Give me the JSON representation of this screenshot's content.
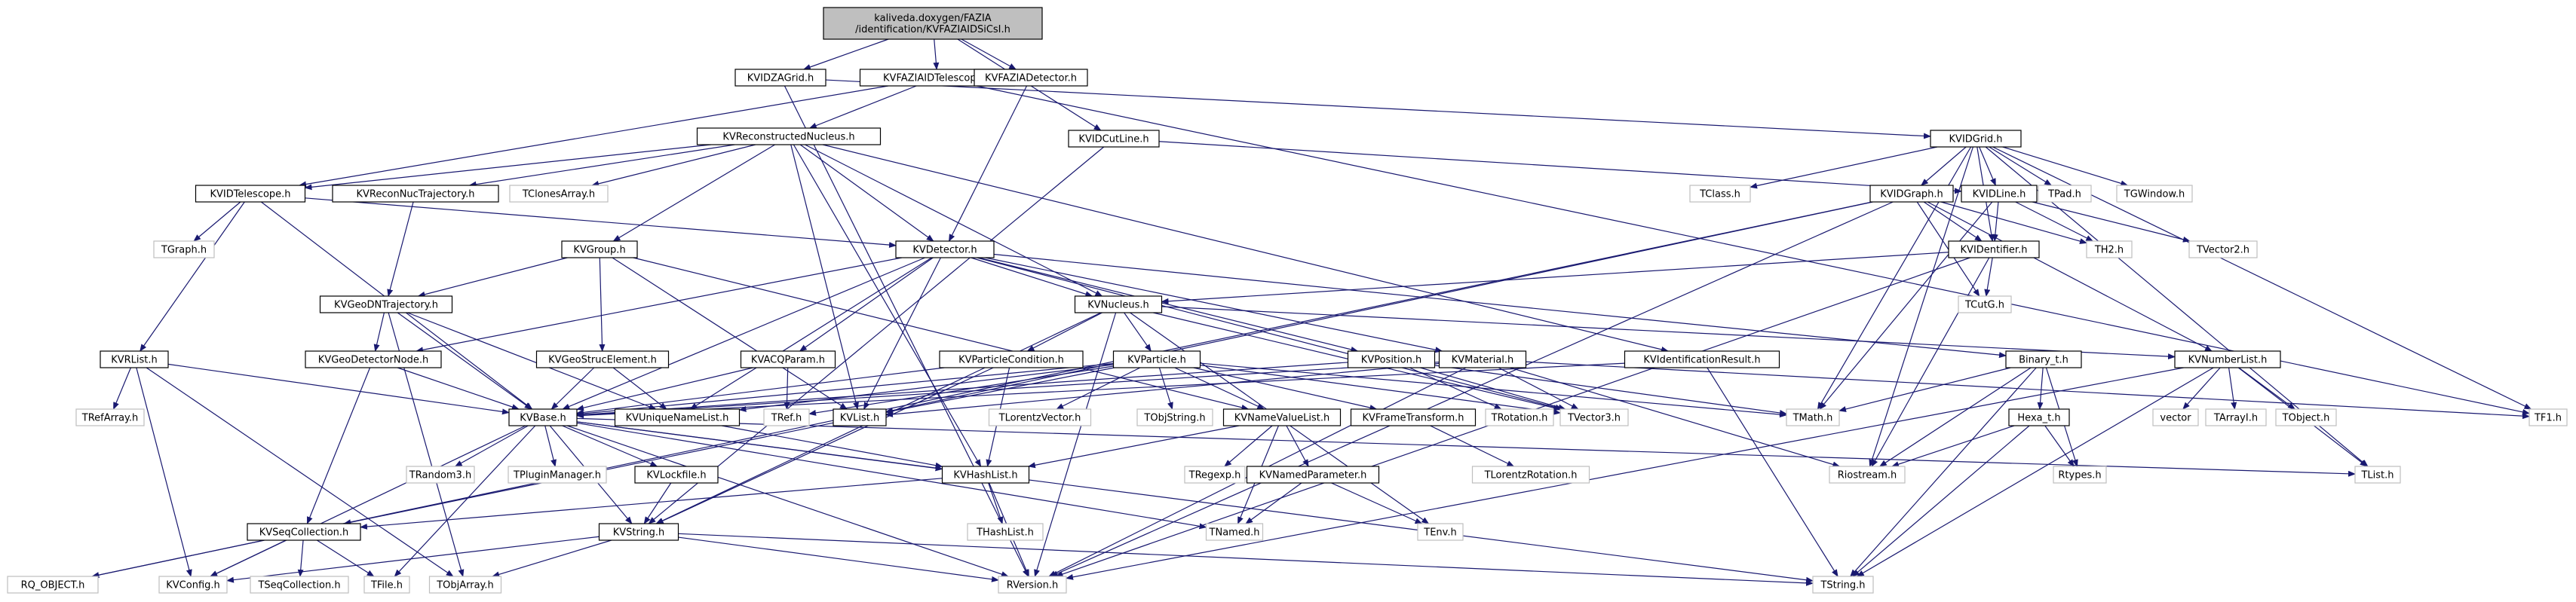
{
  "theme": {
    "edge_color": "#191970",
    "box_stroke": "#000000",
    "missing_stroke": "#bfbfbf",
    "root_fill": "#bfbfbf",
    "text_color": "#000000",
    "missing_text": "#000000"
  },
  "nodes": [
    {
      "id": "root",
      "label": [
        "kaliveda.doxygen/FAZIA",
        "/identification/KVFAZIAIDSiCsI.h"
      ],
      "kind": "root"
    },
    {
      "id": "KVIDZAGrid",
      "label": [
        "KVIDZAGrid.h"
      ],
      "kind": "file"
    },
    {
      "id": "KVFAZIAIDTelescope",
      "label": [
        "KVFAZIAIDTelescope.h"
      ],
      "kind": "file"
    },
    {
      "id": "KVFAZIADetector",
      "label": [
        "KVFAZIADetector.h"
      ],
      "kind": "file"
    },
    {
      "id": "KVIDCutLine",
      "label": [
        "KVIDCutLine.h"
      ],
      "kind": "file"
    },
    {
      "id": "KVIDGrid",
      "label": [
        "KVIDGrid.h"
      ],
      "kind": "file"
    },
    {
      "id": "KVReconstructedNucleus",
      "label": [
        "KVReconstructedNucleus.h"
      ],
      "kind": "file"
    },
    {
      "id": "KVIDTelescope",
      "label": [
        "KVIDTelescope.h"
      ],
      "kind": "file"
    },
    {
      "id": "KVReconNucTrajectory",
      "label": [
        "KVReconNucTrajectory.h"
      ],
      "kind": "file"
    },
    {
      "id": "TClonesArray",
      "label": [
        "TClonesArray.h"
      ],
      "kind": "missing"
    },
    {
      "id": "TClass",
      "label": [
        "TClass.h"
      ],
      "kind": "missing"
    },
    {
      "id": "KVIDGraph",
      "label": [
        "KVIDGraph.h"
      ],
      "kind": "file"
    },
    {
      "id": "KVIDLine",
      "label": [
        "KVIDLine.h"
      ],
      "kind": "file"
    },
    {
      "id": "TPad",
      "label": [
        "TPad.h"
      ],
      "kind": "missing"
    },
    {
      "id": "TGWindow",
      "label": [
        "TGWindow.h"
      ],
      "kind": "missing"
    },
    {
      "id": "TGraph",
      "label": [
        "TGraph.h"
      ],
      "kind": "missing"
    },
    {
      "id": "KVDetector",
      "label": [
        "KVDetector.h"
      ],
      "kind": "file"
    },
    {
      "id": "KVGroup",
      "label": [
        "KVGroup.h"
      ],
      "kind": "file"
    },
    {
      "id": "TH2",
      "label": [
        "TH2.h"
      ],
      "kind": "missing"
    },
    {
      "id": "TVector2",
      "label": [
        "TVector2.h"
      ],
      "kind": "missing"
    },
    {
      "id": "KVIDentifier",
      "label": [
        "KVIDentifier.h"
      ],
      "kind": "file"
    },
    {
      "id": "TCutG",
      "label": [
        "TCutG.h"
      ],
      "kind": "missing"
    },
    {
      "id": "KVGeoDNTrajectory",
      "label": [
        "KVGeoDNTrajectory.h"
      ],
      "kind": "file"
    },
    {
      "id": "KVNucleus",
      "label": [
        "KVNucleus.h"
      ],
      "kind": "file"
    },
    {
      "id": "KVRList",
      "label": [
        "KVRList.h"
      ],
      "kind": "file"
    },
    {
      "id": "KVGeoDetectorNode",
      "label": [
        "KVGeoDetectorNode.h"
      ],
      "kind": "file"
    },
    {
      "id": "KVGeoStrucElement",
      "label": [
        "KVGeoStrucElement.h"
      ],
      "kind": "file"
    },
    {
      "id": "KVACQParam",
      "label": [
        "KVACQParam.h"
      ],
      "kind": "file"
    },
    {
      "id": "KVParticleCondition",
      "label": [
        "KVParticleCondition.h"
      ],
      "kind": "file"
    },
    {
      "id": "KVParticle",
      "label": [
        "KVParticle.h"
      ],
      "kind": "file"
    },
    {
      "id": "KVPosition",
      "label": [
        "KVPosition.h"
      ],
      "kind": "file"
    },
    {
      "id": "KVMaterial",
      "label": [
        "KVMaterial.h"
      ],
      "kind": "file"
    },
    {
      "id": "KVIdentificationResult",
      "label": [
        "KVIdentificationResult.h"
      ],
      "kind": "file"
    },
    {
      "id": "Binary_t",
      "label": [
        "Binary_t.h"
      ],
      "kind": "file"
    },
    {
      "id": "KVNumberList",
      "label": [
        "KVNumberList.h"
      ],
      "kind": "file"
    },
    {
      "id": "TRefArray",
      "label": [
        "TRefArray.h"
      ],
      "kind": "missing"
    },
    {
      "id": "KVBase",
      "label": [
        "KVBase.h"
      ],
      "kind": "file"
    },
    {
      "id": "KVUniqueNameList",
      "label": [
        "KVUniqueNameList.h"
      ],
      "kind": "file"
    },
    {
      "id": "TRef",
      "label": [
        "TRef.h"
      ],
      "kind": "missing"
    },
    {
      "id": "KVList",
      "label": [
        "KVList.h"
      ],
      "kind": "file"
    },
    {
      "id": "TLorentzVector",
      "label": [
        "TLorentzVector.h"
      ],
      "kind": "missing"
    },
    {
      "id": "TObjString",
      "label": [
        "TObjString.h"
      ],
      "kind": "missing"
    },
    {
      "id": "KVNameValueList",
      "label": [
        "KVNameValueList.h"
      ],
      "kind": "file"
    },
    {
      "id": "KVFrameTransform",
      "label": [
        "KVFrameTransform.h"
      ],
      "kind": "file"
    },
    {
      "id": "TRotation",
      "label": [
        "TRotation.h"
      ],
      "kind": "missing"
    },
    {
      "id": "TVector3",
      "label": [
        "TVector3.h"
      ],
      "kind": "missing"
    },
    {
      "id": "TMath",
      "label": [
        "TMath.h"
      ],
      "kind": "missing"
    },
    {
      "id": "Hexa_t",
      "label": [
        "Hexa_t.h"
      ],
      "kind": "file"
    },
    {
      "id": "vector",
      "label": [
        "vector"
      ],
      "kind": "missing"
    },
    {
      "id": "TArrayI",
      "label": [
        "TArrayI.h"
      ],
      "kind": "missing"
    },
    {
      "id": "TObject",
      "label": [
        "TObject.h"
      ],
      "kind": "missing"
    },
    {
      "id": "TF1",
      "label": [
        "TF1.h"
      ],
      "kind": "missing"
    },
    {
      "id": "TRandom3",
      "label": [
        "TRandom3.h"
      ],
      "kind": "missing"
    },
    {
      "id": "TPluginManager",
      "label": [
        "TPluginManager.h"
      ],
      "kind": "missing"
    },
    {
      "id": "KVLockfile",
      "label": [
        "KVLockfile.h"
      ],
      "kind": "file"
    },
    {
      "id": "KVHashList",
      "label": [
        "KVHashList.h"
      ],
      "kind": "file"
    },
    {
      "id": "TRegexp",
      "label": [
        "TRegexp.h"
      ],
      "kind": "missing"
    },
    {
      "id": "KVNamedParameter",
      "label": [
        "KVNamedParameter.h"
      ],
      "kind": "file"
    },
    {
      "id": "TLorentzRotation",
      "label": [
        "TLorentzRotation.h"
      ],
      "kind": "missing"
    },
    {
      "id": "Riostream",
      "label": [
        "Riostream.h"
      ],
      "kind": "missing"
    },
    {
      "id": "TList",
      "label": [
        "TList.h"
      ],
      "kind": "missing"
    },
    {
      "id": "Rtypes",
      "label": [
        "Rtypes.h"
      ],
      "kind": "missing"
    },
    {
      "id": "KVSeqCollection",
      "label": [
        "KVSeqCollection.h"
      ],
      "kind": "file"
    },
    {
      "id": "KVString",
      "label": [
        "KVString.h"
      ],
      "kind": "file"
    },
    {
      "id": "THashList",
      "label": [
        "THashList.h"
      ],
      "kind": "missing"
    },
    {
      "id": "TNamed",
      "label": [
        "TNamed.h"
      ],
      "kind": "missing"
    },
    {
      "id": "TEnv",
      "label": [
        "TEnv.h"
      ],
      "kind": "missing"
    },
    {
      "id": "RQ_OBJECT",
      "label": [
        "RQ_OBJECT.h"
      ],
      "kind": "missing"
    },
    {
      "id": "KVConfig",
      "label": [
        "KVConfig.h"
      ],
      "kind": "missing"
    },
    {
      "id": "TSeqCollection",
      "label": [
        "TSeqCollection.h"
      ],
      "kind": "missing"
    },
    {
      "id": "TFile",
      "label": [
        "TFile.h"
      ],
      "kind": "missing"
    },
    {
      "id": "TObjArray",
      "label": [
        "TObjArray.h"
      ],
      "kind": "missing"
    },
    {
      "id": "RVersion",
      "label": [
        "RVersion.h"
      ],
      "kind": "missing"
    },
    {
      "id": "TString",
      "label": [
        "TString.h"
      ],
      "kind": "missing"
    }
  ],
  "edges": [
    [
      "root",
      "KVIDZAGrid"
    ],
    [
      "root",
      "KVFAZIAIDTelescope"
    ],
    [
      "root",
      "KVFAZIADetector"
    ],
    [
      "root",
      "KVIDCutLine"
    ],
    [
      "KVIDZAGrid",
      "KVIDGrid"
    ],
    [
      "KVIDZAGrid",
      "RVersion"
    ],
    [
      "KVFAZIAIDTelescope",
      "KVReconstructedNucleus"
    ],
    [
      "KVFAZIAIDTelescope",
      "KVIDTelescope"
    ],
    [
      "KVFAZIAIDTelescope",
      "TF1"
    ],
    [
      "KVFAZIADetector",
      "KVDetector"
    ],
    [
      "KVIDCutLine",
      "KVIDLine"
    ],
    [
      "KVIDCutLine",
      "KVString"
    ],
    [
      "KVIDGrid",
      "TClass"
    ],
    [
      "KVIDGrid",
      "KVIDGraph"
    ],
    [
      "KVIDGrid",
      "KVIDLine"
    ],
    [
      "KVIDGrid",
      "TPad"
    ],
    [
      "KVIDGrid",
      "TGWindow"
    ],
    [
      "KVIDGrid",
      "TF1"
    ],
    [
      "KVIDGrid",
      "TList"
    ],
    [
      "KVIDGrid",
      "TMath"
    ],
    [
      "KVIDGrid",
      "Riostream"
    ],
    [
      "KVIDGrid",
      "KVIDentifier"
    ],
    [
      "KVReconstructedNucleus",
      "KVIDTelescope"
    ],
    [
      "KVReconstructedNucleus",
      "KVReconNucTrajectory"
    ],
    [
      "KVReconstructedNucleus",
      "TClonesArray"
    ],
    [
      "KVReconstructedNucleus",
      "KVGroup"
    ],
    [
      "KVReconstructedNucleus",
      "KVDetector"
    ],
    [
      "KVReconstructedNucleus",
      "KVNucleus"
    ],
    [
      "KVReconstructedNucleus",
      "KVIdentificationResult"
    ],
    [
      "KVReconstructedNucleus",
      "KVList"
    ],
    [
      "KVReconstructedNucleus",
      "KVHashList"
    ],
    [
      "KVIDTelescope",
      "TGraph"
    ],
    [
      "KVIDTelescope",
      "KVRList"
    ],
    [
      "KVIDTelescope",
      "KVDetector"
    ],
    [
      "KVIDTelescope",
      "KVBase"
    ],
    [
      "KVReconNucTrajectory",
      "KVGeoDNTrajectory"
    ],
    [
      "KVIDGraph",
      "KVIDentifier"
    ],
    [
      "KVIDGraph",
      "TCutG"
    ],
    [
      "KVIDGraph",
      "TH2"
    ],
    [
      "KVIDGraph",
      "KVNumberList"
    ],
    [
      "KVIDGraph",
      "RQ_OBJECT"
    ],
    [
      "KVIDGraph",
      "KVList"
    ],
    [
      "KVIDGraph",
      "RVersion"
    ],
    [
      "KVIDLine",
      "TH2"
    ],
    [
      "KVIDLine",
      "TVector2"
    ],
    [
      "KVIDLine",
      "KVIDentifier"
    ],
    [
      "KVIDLine",
      "TMath"
    ],
    [
      "KVIDentifier",
      "KVNucleus"
    ],
    [
      "KVIDentifier",
      "TCutG"
    ],
    [
      "KVIDentifier",
      "Riostream"
    ],
    [
      "KVIDentifier",
      "RVersion"
    ],
    [
      "KVDetector",
      "KVNucleus"
    ],
    [
      "KVDetector",
      "KVACQParam"
    ],
    [
      "KVDetector",
      "KVMaterial"
    ],
    [
      "KVDetector",
      "KVPosition"
    ],
    [
      "KVDetector",
      "KVGeoDetectorNode"
    ],
    [
      "KVDetector",
      "KVList"
    ],
    [
      "KVDetector",
      "KVBase"
    ],
    [
      "KVDetector",
      "KVUniqueNameList"
    ],
    [
      "KVDetector",
      "TVector3"
    ],
    [
      "KVDetector",
      "Binary_t"
    ],
    [
      "KVGroup",
      "KVGeoStrucElement"
    ],
    [
      "KVGroup",
      "KVGeoDNTrajectory"
    ],
    [
      "KVGroup",
      "KVNameValueList"
    ],
    [
      "KVGroup",
      "KVList"
    ],
    [
      "KVGeoDNTrajectory",
      "KVGeoDetectorNode"
    ],
    [
      "KVGeoDNTrajectory",
      "KVBase"
    ],
    [
      "KVGeoDNTrajectory",
      "KVUniqueNameList"
    ],
    [
      "KVGeoDNTrajectory",
      "TObjArray"
    ],
    [
      "KVNucleus",
      "KVParticle"
    ],
    [
      "KVNucleus",
      "KVParticleCondition"
    ],
    [
      "KVNucleus",
      "KVNumberList"
    ],
    [
      "KVNucleus",
      "KVString"
    ],
    [
      "KVNucleus",
      "TEnv"
    ],
    [
      "KVNucleus",
      "RVersion"
    ],
    [
      "KVNucleus",
      "TVector3"
    ],
    [
      "KVRList",
      "TRefArray"
    ],
    [
      "KVRList",
      "KVBase"
    ],
    [
      "KVRList",
      "KVConfig"
    ],
    [
      "KVRList",
      "TObjArray"
    ],
    [
      "KVGeoDetectorNode",
      "KVBase"
    ],
    [
      "KVGeoDetectorNode",
      "KVSeqCollection"
    ],
    [
      "KVGeoStrucElement",
      "KVBase"
    ],
    [
      "KVGeoStrucElement",
      "KVUniqueNameList"
    ],
    [
      "KVACQParam",
      "KVBase"
    ],
    [
      "KVACQParam",
      "TRef"
    ],
    [
      "KVParticleCondition",
      "KVBase"
    ],
    [
      "KVParticleCondition",
      "KVHashList"
    ],
    [
      "KVParticleCondition",
      "KVString"
    ],
    [
      "KVParticle",
      "KVBase"
    ],
    [
      "KVParticle",
      "TLorentzVector"
    ],
    [
      "KVParticle",
      "TObjString"
    ],
    [
      "KVParticle",
      "KVNameValueList"
    ],
    [
      "KVParticle",
      "KVFrameTransform"
    ],
    [
      "KVParticle",
      "TVector3"
    ],
    [
      "KVParticle",
      "TMath"
    ],
    [
      "KVParticle",
      "KVList"
    ],
    [
      "KVParticle",
      "TRef"
    ],
    [
      "KVParticle",
      "KVUniqueNameList"
    ],
    [
      "KVPosition",
      "TRotation"
    ],
    [
      "KVPosition",
      "TVector3"
    ],
    [
      "KVPosition",
      "KVBase"
    ],
    [
      "KVPosition",
      "TMath"
    ],
    [
      "KVMaterial",
      "KVBase"
    ],
    [
      "KVMaterial",
      "TF1"
    ],
    [
      "KVMaterial",
      "TVector3"
    ],
    [
      "KVMaterial",
      "RVersion"
    ],
    [
      "KVMaterial",
      "KVList"
    ],
    [
      "KVMaterial",
      "Riostream"
    ],
    [
      "KVIdentificationResult",
      "KVBase"
    ],
    [
      "KVIdentificationResult",
      "TString"
    ],
    [
      "Binary_t",
      "Hexa_t"
    ],
    [
      "Binary_t",
      "Riostream"
    ],
    [
      "Binary_t",
      "Rtypes"
    ],
    [
      "Binary_t",
      "TString"
    ],
    [
      "Binary_t",
      "TMath"
    ],
    [
      "KVNumberList",
      "vector"
    ],
    [
      "KVNumberList",
      "TArrayI"
    ],
    [
      "KVNumberList",
      "TObject"
    ],
    [
      "KVNumberList",
      "TList"
    ],
    [
      "KVNumberList",
      "TString"
    ],
    [
      "KVNumberList",
      "RVersion"
    ],
    [
      "KVBase",
      "TRandom3"
    ],
    [
      "KVBase",
      "TPluginManager"
    ],
    [
      "KVBase",
      "KVLockfile"
    ],
    [
      "KVBase",
      "KVHashList"
    ],
    [
      "KVBase",
      "TNamed"
    ],
    [
      "KVBase",
      "KVString"
    ],
    [
      "KVBase",
      "TFile"
    ],
    [
      "KVBase",
      "KVConfig"
    ],
    [
      "KVBase",
      "RVersion"
    ],
    [
      "KVBase",
      "TString"
    ],
    [
      "KVBase",
      "TList"
    ],
    [
      "KVUniqueNameList",
      "KVHashList"
    ],
    [
      "KVList",
      "KVSeqCollection"
    ],
    [
      "KVNameValueList",
      "TRegexp"
    ],
    [
      "KVNameValueList",
      "KVNamedParameter"
    ],
    [
      "KVNameValueList",
      "TNamed"
    ],
    [
      "KVNameValueList",
      "KVHashList"
    ],
    [
      "KVFrameTransform",
      "TLorentzRotation"
    ],
    [
      "Hexa_t",
      "Riostream"
    ],
    [
      "Hexa_t",
      "Rtypes"
    ],
    [
      "Hexa_t",
      "TString"
    ],
    [
      "KVLockfile",
      "KVString"
    ],
    [
      "KVHashList",
      "THashList"
    ],
    [
      "KVHashList",
      "RVersion"
    ],
    [
      "KVHashList",
      "KVSeqCollection"
    ],
    [
      "KVNamedParameter",
      "TNamed"
    ],
    [
      "KVNamedParameter",
      "TEnv"
    ],
    [
      "KVSeqCollection",
      "RQ_OBJECT"
    ],
    [
      "KVSeqCollection",
      "TSeqCollection"
    ],
    [
      "KVSeqCollection",
      "TFile"
    ],
    [
      "KVSeqCollection",
      "KVConfig"
    ],
    [
      "KVString",
      "KVConfig"
    ],
    [
      "KVString",
      "TObjArray"
    ],
    [
      "KVString",
      "RVersion"
    ],
    [
      "KVString",
      "TString"
    ]
  ]
}
